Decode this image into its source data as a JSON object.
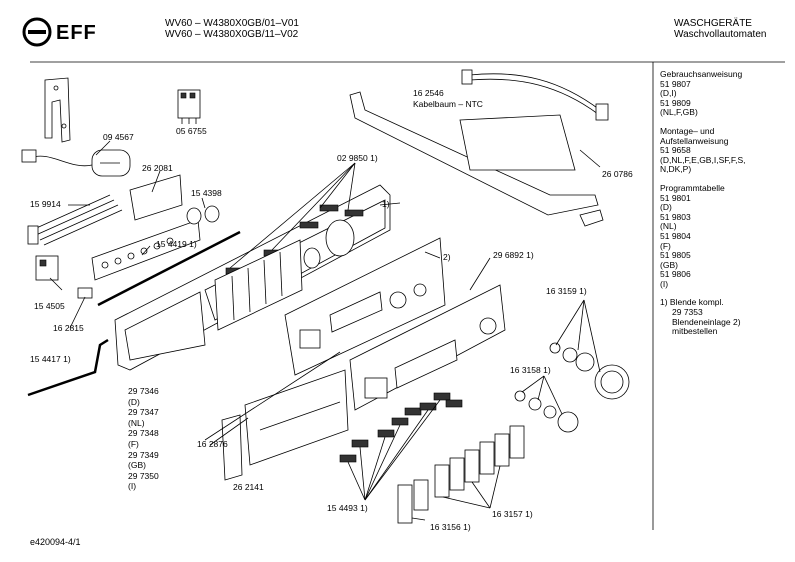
{
  "header": {
    "model_line_1": "WV60 – W4380X0GB/01–V01",
    "model_line_2": "WV60 – W4380X0GB/11–V02",
    "category": "WASCHGERÄTE",
    "subcategory": "Waschvollautomaten",
    "brand": "NEFF"
  },
  "footer": {
    "doc_id": "e420094-4/1"
  },
  "sidebar": [
    "Gebrauchsanweisung",
    "51 9807",
    "(D,I)",
    "51 9809",
    "(NL,F,GB)",
    "",
    "Montage– und",
    "Aufstellanweisung",
    "51 9658",
    "(D,NL,F,E,GB,I,SF,F,S,",
    "N,DK,P)",
    "",
    "Programmtabelle",
    "51 9801",
    "(D)",
    "51 9803",
    "(NL)",
    "51 9804",
    "(F)",
    "51 9805",
    "(GB)",
    "51 9806",
    "(I)",
    "",
    "1) Blende kompl.",
    "   29 7353",
    "   Blendeneinlage 2)",
    "   mitbestellen"
  ],
  "part_list": [
    "29 7346",
    "(D)",
    "29 7347",
    "(NL)",
    "29 7348",
    "(F)",
    "29 7349",
    "(GB)",
    "29 7350",
    "(I)"
  ],
  "labels": {
    "p094567": "09 4567",
    "p056755": "05 6755",
    "p162546": "16 2546",
    "kabelbaum": "Kabelbaum – NTC",
    "p262081": "26 2081",
    "p029850": "02 9850 1)",
    "p159914": "15 9914",
    "p154398": "15 4398",
    "p260786": "26 0786",
    "p154419": "15 4419 1)",
    "p1": "1)",
    "p2": "2)",
    "p296892": "29 6892 1)",
    "p154505": "15 4505",
    "p162815": "16 2815",
    "p163159": "16 3159 1)",
    "p154417": "15 4417 1)",
    "p163158": "16 3158 1)",
    "p162876": "16 2876",
    "p262141": "26 2141",
    "p154493": "15 4493 1)",
    "p163157": "16 3157 1)",
    "p163156": "16 3156 1)"
  }
}
